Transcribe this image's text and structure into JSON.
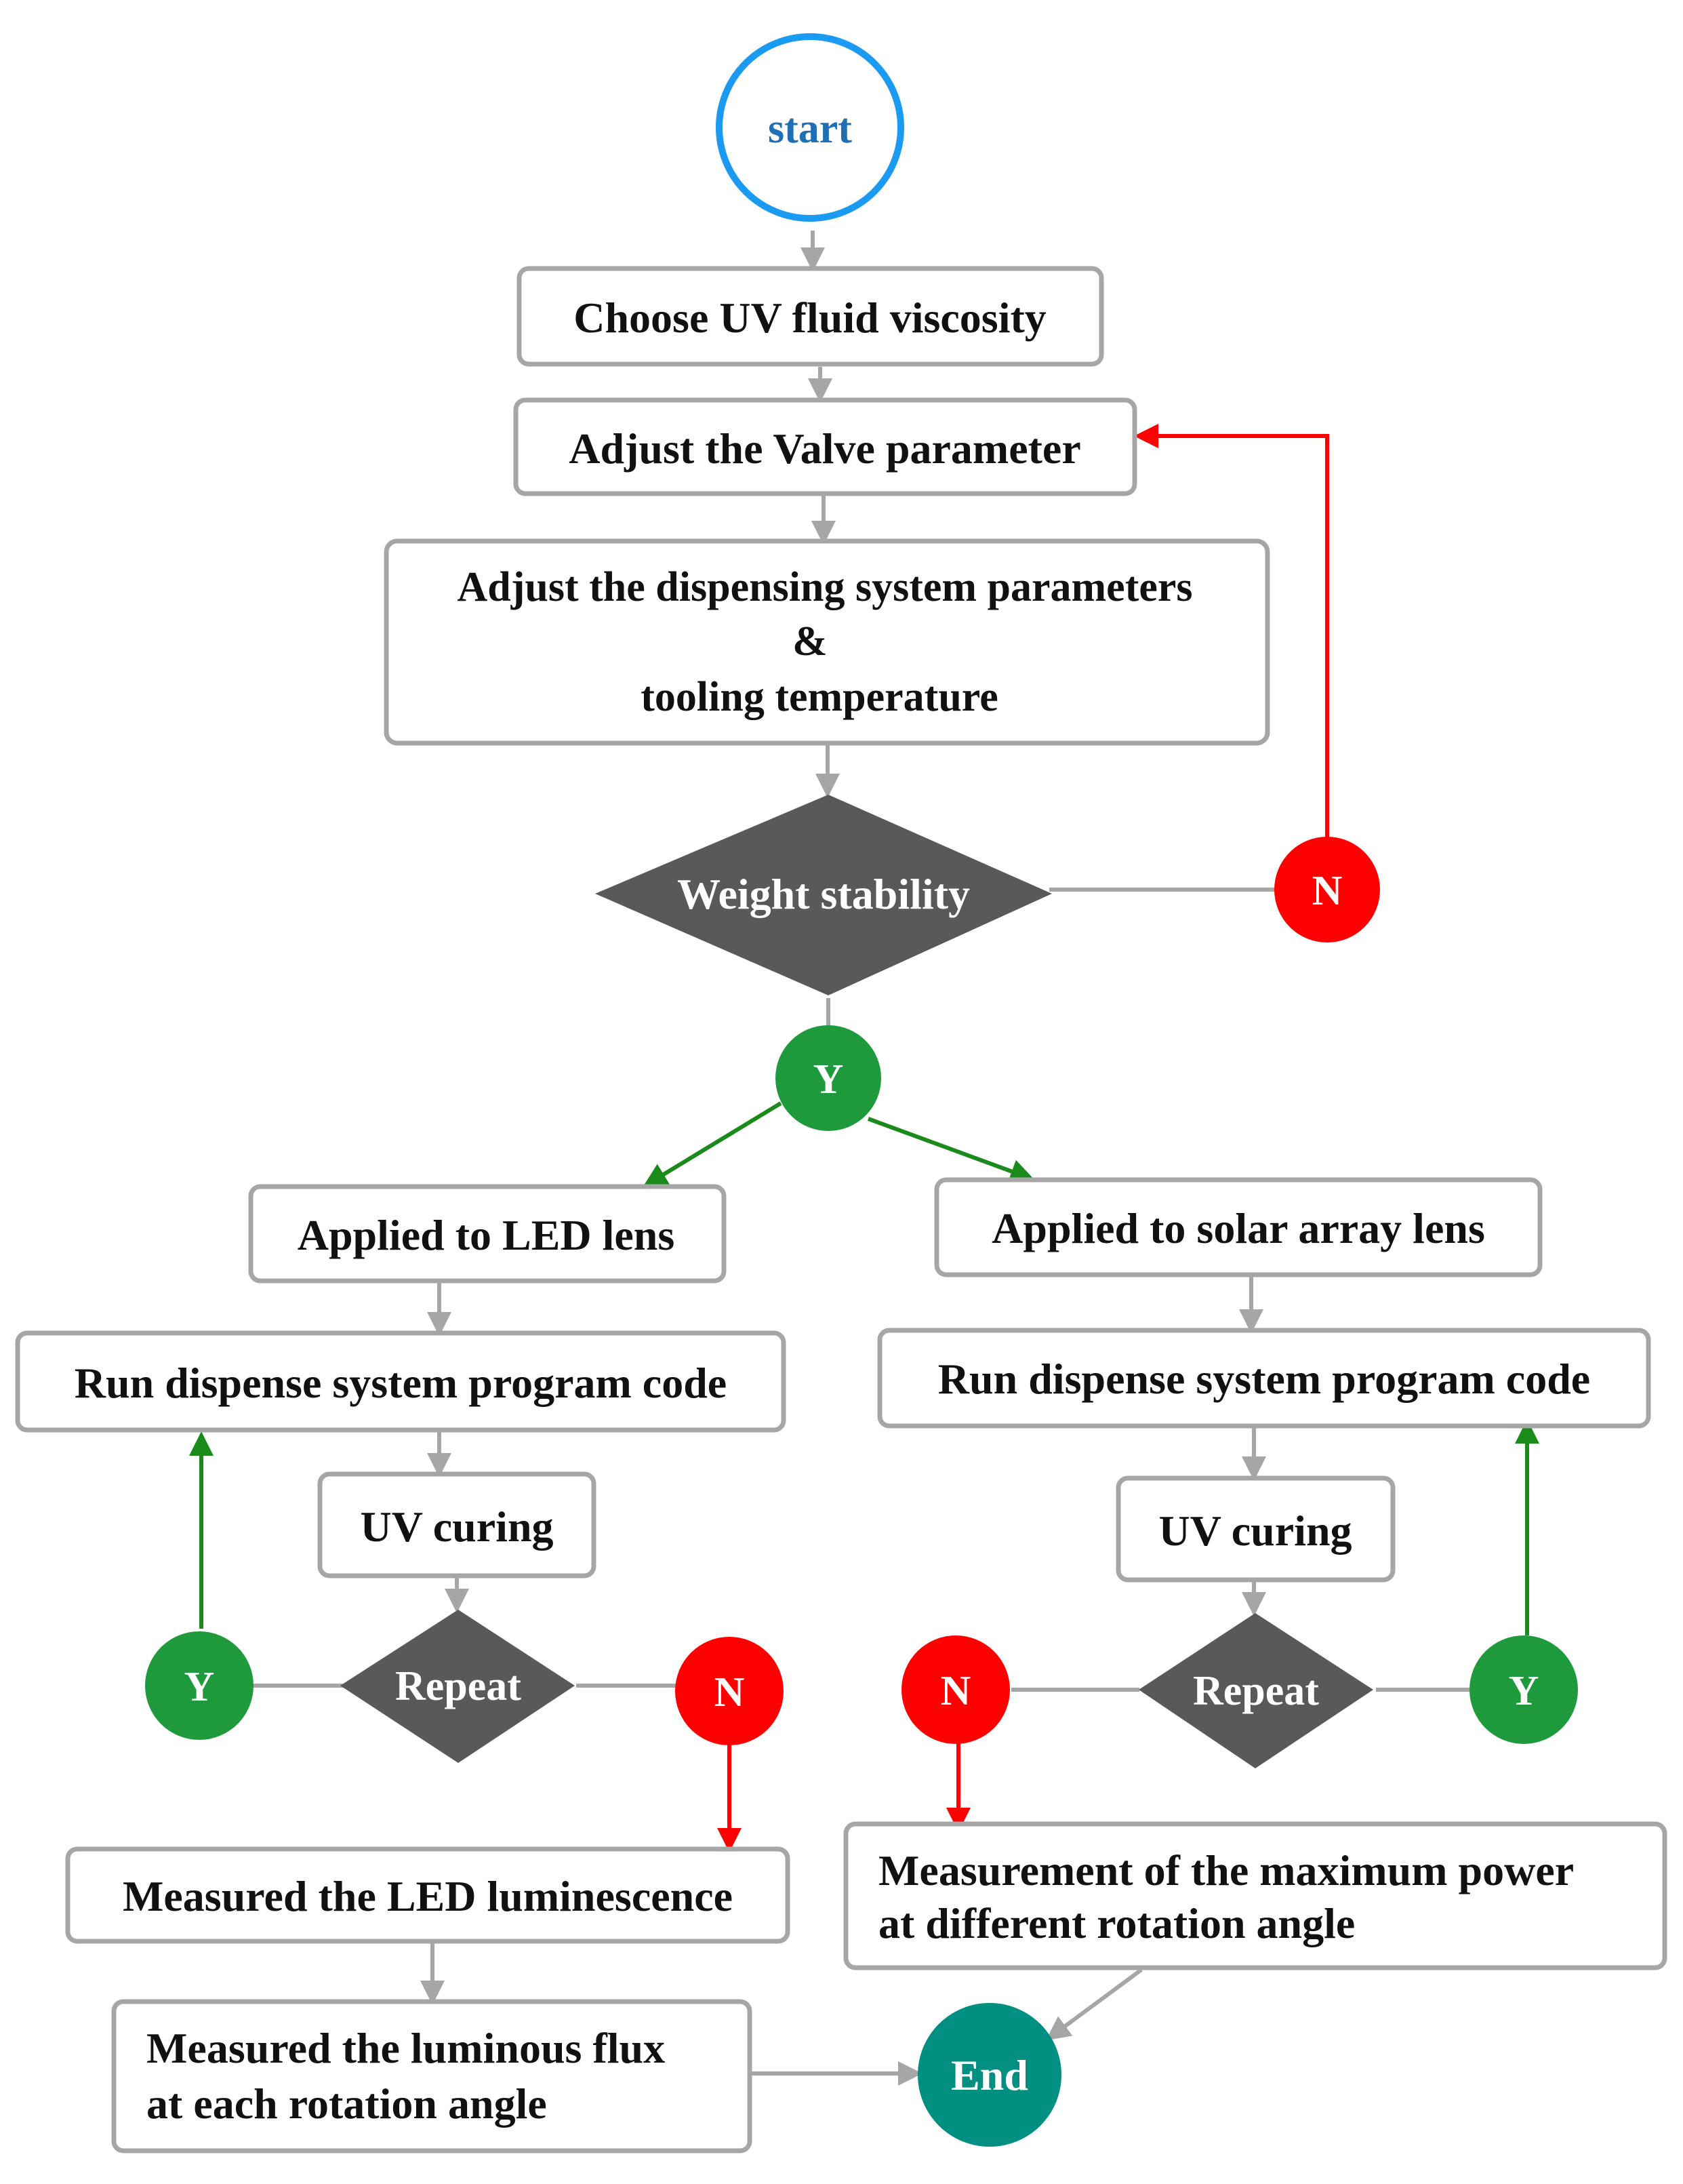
{
  "start": "start",
  "choose_viscosity": "Choose UV fluid viscosity",
  "adjust_valve": "Adjust the Valve parameter",
  "adjust_dispensing": [
    "Adjust the dispensing system parameters",
    "&",
    "tooling temperature"
  ],
  "weight_stability": "Weight stability",
  "yes": "Y",
  "no": "N",
  "left_branch": {
    "applied": "Applied to LED lens",
    "run_code": "Run dispense system program code",
    "uv_curing": "UV curing",
    "repeat": "Repeat",
    "measure1": "Measured the LED luminescence",
    "measure2": [
      "Measured the luminous flux",
      "at each rotation angle"
    ]
  },
  "right_branch": {
    "applied": "Applied to solar array lens",
    "run_code": "Run dispense system program code",
    "uv_curing": "UV curing",
    "repeat": "Repeat",
    "measure": [
      "Measurement of the maximum power",
      "at different rotation angle"
    ]
  },
  "end": "End",
  "colors": {
    "start_ring": "#1a9af0",
    "start_text": "#1f6fb5",
    "diamond": "#595959",
    "yes_circle": "#1e9a3c",
    "no_circle": "#ff0000",
    "end_circle": "#008f80",
    "box_border": "#a6a6a6",
    "red_arrow": "#ff0000",
    "green_arrow": "#1a8a1a",
    "gray_arrow": "#a6a6a6"
  }
}
